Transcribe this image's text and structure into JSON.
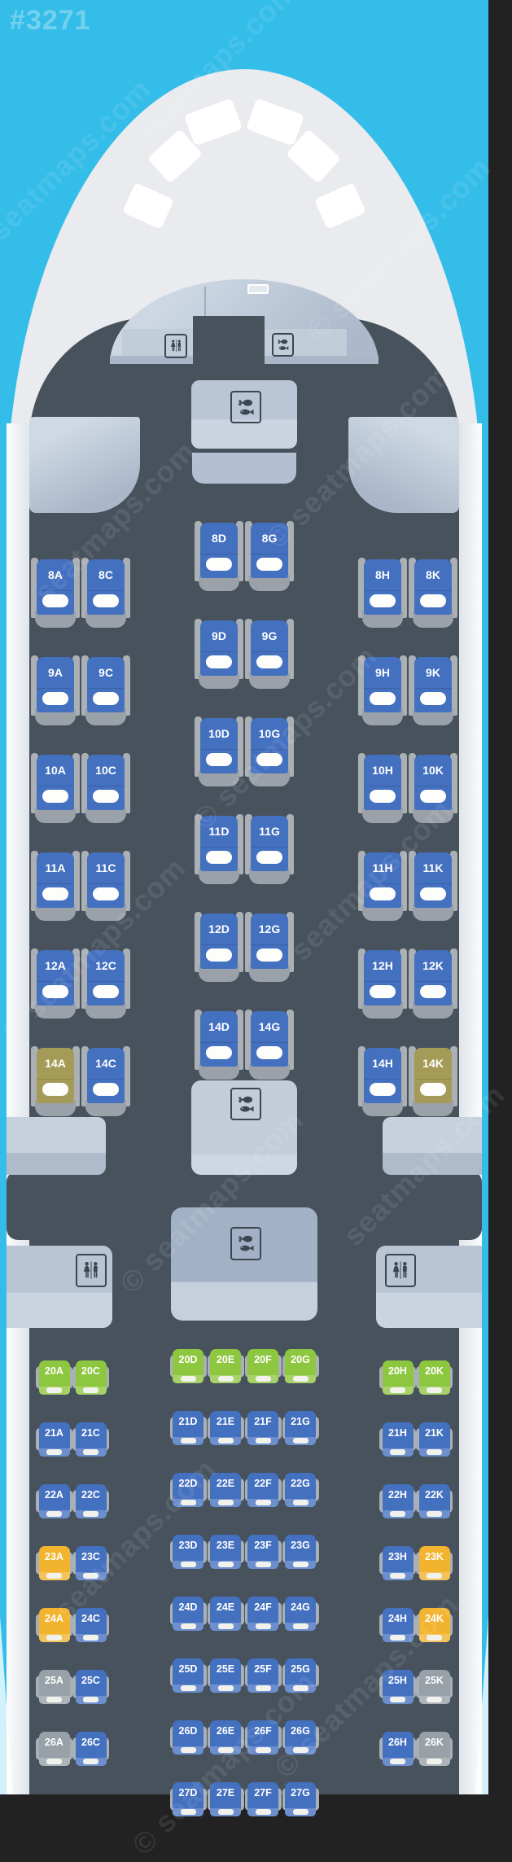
{
  "map_id": "#3271",
  "watermark": {
    "text": "seatmaps.com",
    "copyright": "© seatmaps.com"
  },
  "colors": {
    "background": "#35bde9",
    "fuselage": "#e9ebee",
    "cabin": "#47525d",
    "monument_light": "#c2cdd9",
    "monument_dark": "#a2b1c5",
    "seat_label": "#ffffff",
    "blue": "#4470c0",
    "green": "#8dc63f",
    "yellow": "#f2b32e",
    "gray": "#97a1a7",
    "olive": "#a59b58"
  },
  "icons": {
    "restroom": "man-woman-restroom",
    "galley": "meal-drumstick-and-fish"
  },
  "cabins": {
    "business": {
      "layout": "2-2-2",
      "rows": [
        {
          "row": 8,
          "seats": [
            {
              "id": "8A",
              "color": "blue"
            },
            {
              "id": "8C",
              "color": "blue"
            },
            {
              "id": "8D",
              "color": "blue"
            },
            {
              "id": "8G",
              "color": "blue"
            },
            {
              "id": "8H",
              "color": "blue"
            },
            {
              "id": "8K",
              "color": "blue"
            }
          ]
        },
        {
          "row": 9,
          "seats": [
            {
              "id": "9A",
              "color": "blue"
            },
            {
              "id": "9C",
              "color": "blue"
            },
            {
              "id": "9D",
              "color": "blue"
            },
            {
              "id": "9G",
              "color": "blue"
            },
            {
              "id": "9H",
              "color": "blue"
            },
            {
              "id": "9K",
              "color": "blue"
            }
          ]
        },
        {
          "row": 10,
          "seats": [
            {
              "id": "10A",
              "color": "blue"
            },
            {
              "id": "10C",
              "color": "blue"
            },
            {
              "id": "10D",
              "color": "blue"
            },
            {
              "id": "10G",
              "color": "blue"
            },
            {
              "id": "10H",
              "color": "blue"
            },
            {
              "id": "10K",
              "color": "blue"
            }
          ]
        },
        {
          "row": 11,
          "seats": [
            {
              "id": "11A",
              "color": "blue"
            },
            {
              "id": "11C",
              "color": "blue"
            },
            {
              "id": "11D",
              "color": "blue"
            },
            {
              "id": "11G",
              "color": "blue"
            },
            {
              "id": "11H",
              "color": "blue"
            },
            {
              "id": "11K",
              "color": "blue"
            }
          ]
        },
        {
          "row": 12,
          "seats": [
            {
              "id": "12A",
              "color": "blue"
            },
            {
              "id": "12C",
              "color": "blue"
            },
            {
              "id": "12D",
              "color": "blue"
            },
            {
              "id": "12G",
              "color": "blue"
            },
            {
              "id": "12H",
              "color": "blue"
            },
            {
              "id": "12K",
              "color": "blue"
            }
          ]
        },
        {
          "row": 14,
          "seats": [
            {
              "id": "14A",
              "color": "olive"
            },
            {
              "id": "14C",
              "color": "blue"
            },
            {
              "id": "14D",
              "color": "blue"
            },
            {
              "id": "14G",
              "color": "blue"
            },
            {
              "id": "14H",
              "color": "blue"
            },
            {
              "id": "14K",
              "color": "olive"
            }
          ]
        }
      ]
    },
    "economy": {
      "layout": "2-4-2",
      "rows": [
        {
          "row": 20,
          "seats": [
            {
              "id": "20A",
              "color": "green"
            },
            {
              "id": "20C",
              "color": "green"
            },
            {
              "id": "20D",
              "color": "green"
            },
            {
              "id": "20E",
              "color": "green"
            },
            {
              "id": "20F",
              "color": "green"
            },
            {
              "id": "20G",
              "color": "green"
            },
            {
              "id": "20H",
              "color": "green"
            },
            {
              "id": "20K",
              "color": "green"
            }
          ]
        },
        {
          "row": 21,
          "seats": [
            {
              "id": "21A",
              "color": "blue"
            },
            {
              "id": "21C",
              "color": "blue"
            },
            {
              "id": "21D",
              "color": "blue"
            },
            {
              "id": "21E",
              "color": "blue"
            },
            {
              "id": "21F",
              "color": "blue"
            },
            {
              "id": "21G",
              "color": "blue"
            },
            {
              "id": "21H",
              "color": "blue"
            },
            {
              "id": "21K",
              "color": "blue"
            }
          ]
        },
        {
          "row": 22,
          "seats": [
            {
              "id": "22A",
              "color": "blue"
            },
            {
              "id": "22C",
              "color": "blue"
            },
            {
              "id": "22D",
              "color": "blue"
            },
            {
              "id": "22E",
              "color": "blue"
            },
            {
              "id": "22F",
              "color": "blue"
            },
            {
              "id": "22G",
              "color": "blue"
            },
            {
              "id": "22H",
              "color": "blue"
            },
            {
              "id": "22K",
              "color": "blue"
            }
          ]
        },
        {
          "row": 23,
          "seats": [
            {
              "id": "23A",
              "color": "yellow"
            },
            {
              "id": "23C",
              "color": "blue"
            },
            {
              "id": "23D",
              "color": "blue"
            },
            {
              "id": "23E",
              "color": "blue"
            },
            {
              "id": "23F",
              "color": "blue"
            },
            {
              "id": "23G",
              "color": "blue"
            },
            {
              "id": "23H",
              "color": "blue"
            },
            {
              "id": "23K",
              "color": "yellow"
            }
          ]
        },
        {
          "row": 24,
          "seats": [
            {
              "id": "24A",
              "color": "yellow"
            },
            {
              "id": "24C",
              "color": "blue"
            },
            {
              "id": "24D",
              "color": "blue"
            },
            {
              "id": "24E",
              "color": "blue"
            },
            {
              "id": "24F",
              "color": "blue"
            },
            {
              "id": "24G",
              "color": "blue"
            },
            {
              "id": "24H",
              "color": "blue"
            },
            {
              "id": "24K",
              "color": "yellow"
            }
          ]
        },
        {
          "row": 25,
          "seats": [
            {
              "id": "25A",
              "color": "gray"
            },
            {
              "id": "25C",
              "color": "blue"
            },
            {
              "id": "25D",
              "color": "blue"
            },
            {
              "id": "25E",
              "color": "blue"
            },
            {
              "id": "25F",
              "color": "blue"
            },
            {
              "id": "25G",
              "color": "blue"
            },
            {
              "id": "25H",
              "color": "blue"
            },
            {
              "id": "25K",
              "color": "gray"
            }
          ]
        },
        {
          "row": 26,
          "seats": [
            {
              "id": "26A",
              "color": "gray"
            },
            {
              "id": "26C",
              "color": "blue"
            },
            {
              "id": "26D",
              "color": "blue"
            },
            {
              "id": "26E",
              "color": "blue"
            },
            {
              "id": "26F",
              "color": "blue"
            },
            {
              "id": "26G",
              "color": "blue"
            },
            {
              "id": "26H",
              "color": "blue"
            },
            {
              "id": "26K",
              "color": "gray"
            }
          ]
        },
        {
          "row": 27,
          "partial": true,
          "seats": [
            {
              "id": "27D",
              "color": "blue"
            },
            {
              "id": "27E",
              "color": "blue"
            },
            {
              "id": "27F",
              "color": "blue"
            },
            {
              "id": "27G",
              "color": "blue"
            }
          ]
        }
      ]
    }
  }
}
